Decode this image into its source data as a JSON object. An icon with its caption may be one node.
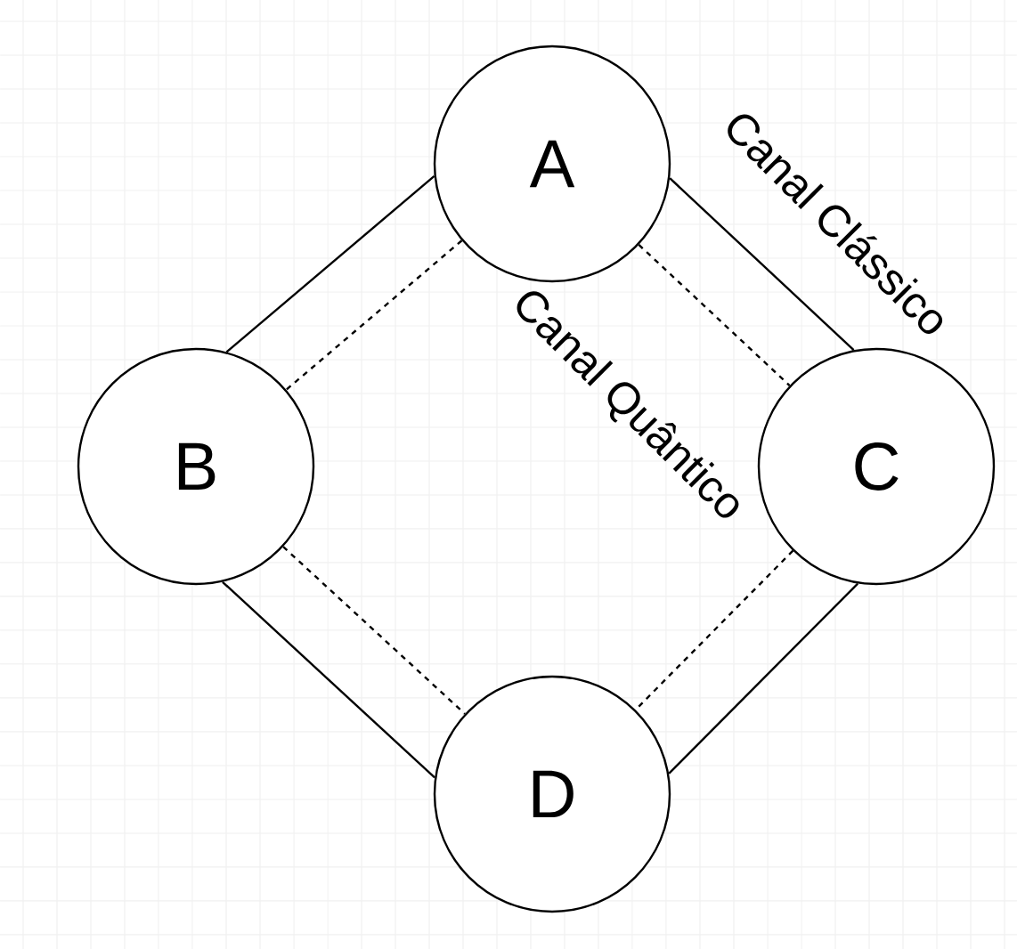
{
  "diagram": {
    "nodes": [
      {
        "text": [
          "A"
        ]
      },
      {
        "text": [
          "B"
        ]
      },
      {
        "text": [
          "C"
        ]
      },
      {
        "text": [
          "D"
        ]
      }
    ],
    "edges": [
      {
        "from": 0,
        "to": 1,
        "arrow": "none"
      },
      {
        "from": 0,
        "to": 1,
        "arrow": "none",
        "style": "dashed"
      },
      {
        "from": 0,
        "to": 2,
        "arrow": "none",
        "label": "Canal Clássico"
      },
      {
        "from": 0,
        "to": 2,
        "arrow": "none",
        "style": "dashed",
        "label": "Canal Quântico"
      },
      {
        "from": 1,
        "to": 3,
        "arrow": "none"
      },
      {
        "from": 1,
        "to": 3,
        "arrow": "none",
        "style": "dashed"
      },
      {
        "from": 2,
        "to": 3,
        "arrow": "none"
      },
      {
        "from": 2,
        "to": 3,
        "arrow": "none",
        "style": "dashed"
      }
    ]
  }
}
